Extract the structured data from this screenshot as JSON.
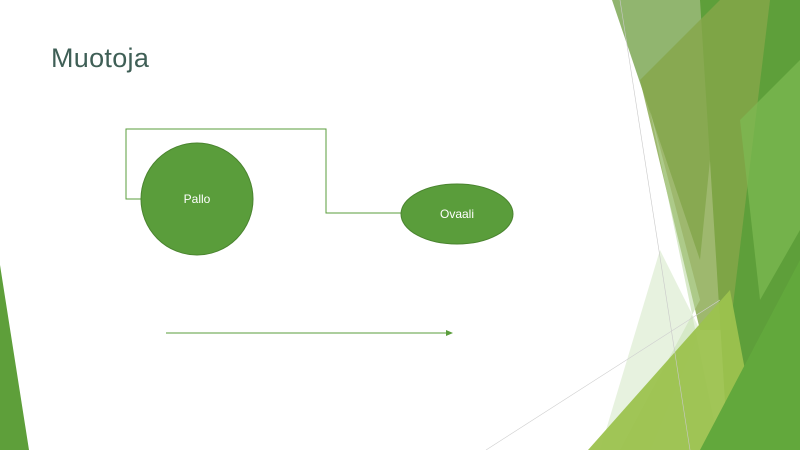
{
  "slide": {
    "title": "Muotoja"
  },
  "diagram": {
    "circle": {
      "label": "Pallo"
    },
    "ellipse": {
      "label": "Ovaali"
    }
  },
  "colors": {
    "shape_fill": "#5a9d3b",
    "shape_stroke": "#4a842f",
    "connector": "#5a9d3b",
    "arrow": "#5a9d3b",
    "title_text": "#3f5f56"
  }
}
